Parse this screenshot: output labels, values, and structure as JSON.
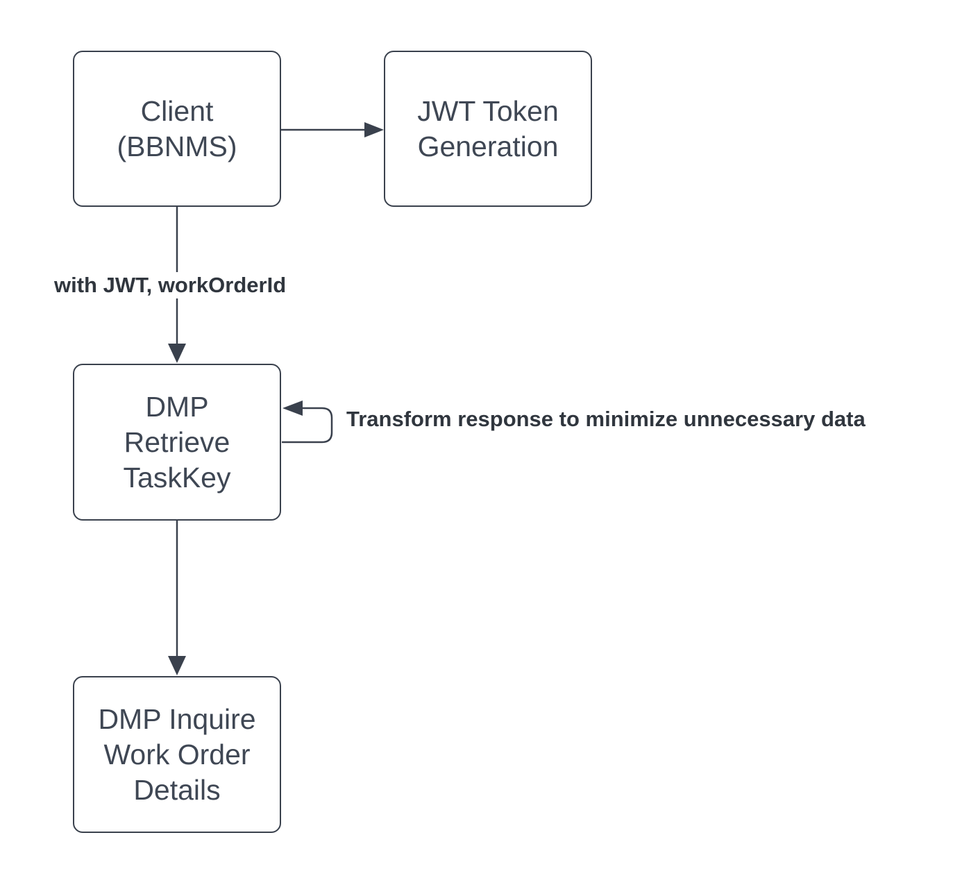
{
  "diagram": {
    "nodes": {
      "client": {
        "label": "Client\n(BBNMS)"
      },
      "jwt": {
        "label": "JWT Token\nGeneration"
      },
      "retrieve": {
        "label": "DMP\nRetrieve\nTaskKey"
      },
      "inquire": {
        "label": "DMP Inquire\nWork Order\nDetails"
      }
    },
    "edges": {
      "client_to_jwt": {
        "label": ""
      },
      "client_to_retrieve": {
        "label": "with JWT, workOrderId"
      },
      "retrieve_self_loop": {
        "label": "Transform response to minimize unnecessary data"
      },
      "retrieve_to_inquire": {
        "label": ""
      }
    },
    "theme": {
      "background": "#ffffff",
      "node_fill": "#ffffff",
      "line_color": "#3a414d",
      "node_text_color": "#3f4754",
      "label_text_color": "#30363e"
    }
  }
}
